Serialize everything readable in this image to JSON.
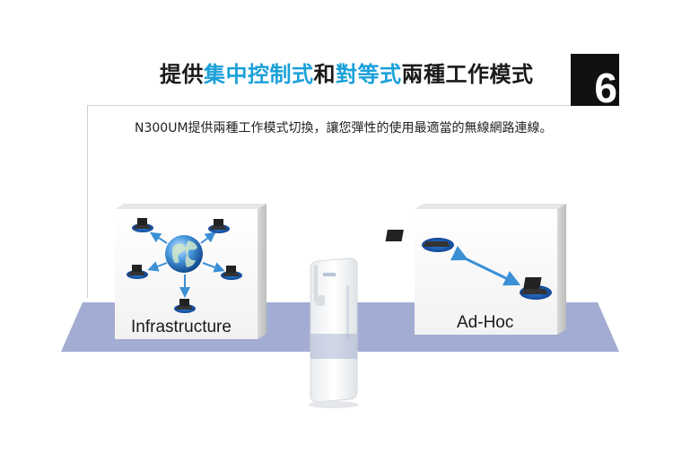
{
  "header": {
    "title_parts": [
      {
        "text": "提供",
        "style": "dark"
      },
      {
        "text": "集中控制式",
        "style": "blue"
      },
      {
        "text": "和",
        "style": "dark"
      },
      {
        "text": "對等式",
        "style": "blue"
      },
      {
        "text": "兩種工作模式",
        "style": "dark"
      }
    ],
    "section_number": "6",
    "subtitle": "N300UM提供兩種工作模式切換，讓您彈性的使用最適當的無線網路連線。"
  },
  "modes": {
    "infrastructure_label": "Infrastructure",
    "adhoc_label": "Ad-Hoc"
  },
  "colors": {
    "accent_blue": "#1aa0d8",
    "floor": "#a3acd2",
    "arrow_blue": "#3b8fd4"
  }
}
